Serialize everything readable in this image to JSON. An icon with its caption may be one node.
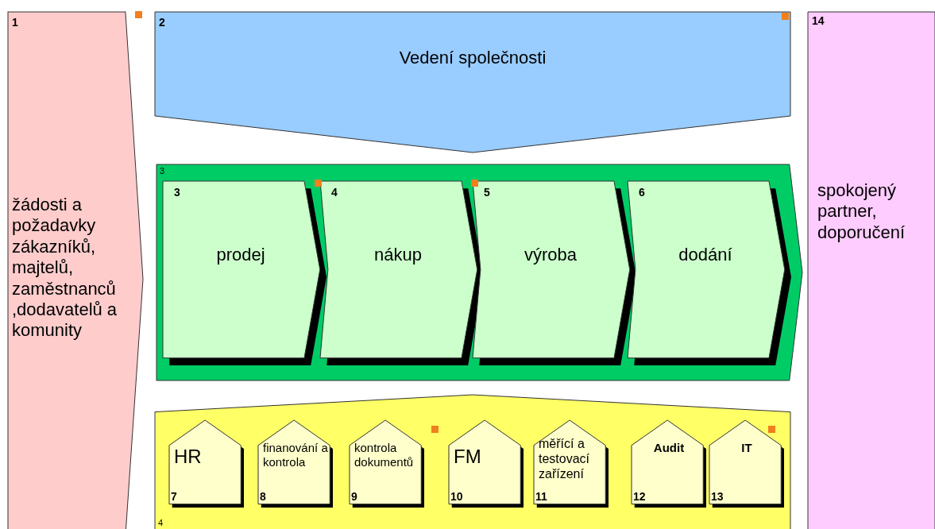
{
  "diagram": {
    "nodes": [
      {
        "text": [
          "1",
          "žádosti a požadavky zákazníků, majtelů, zaměstnanců ,dodavatelů a komunity"
        ]
      },
      {
        "text": [
          "2",
          "Vedení společnosti"
        ]
      },
      {
        "text": [
          "3"
        ]
      },
      {
        "text": [
          "3",
          "prodej"
        ],
        "in": 2
      },
      {
        "text": [
          "4",
          "nákup"
        ],
        "in": 2
      },
      {
        "text": [
          "5",
          "výroba"
        ],
        "in": 2
      },
      {
        "text": [
          "6",
          "dodání"
        ],
        "in": 2
      },
      {
        "text": [
          "4"
        ]
      },
      {
        "text": [
          "HR",
          "7"
        ],
        "in": 7
      },
      {
        "text": [
          "finanování a kontrola",
          "8"
        ],
        "in": 7
      },
      {
        "text": [
          "kontrola dokumentů",
          "9"
        ],
        "in": 7
      },
      {
        "text": [
          "FM",
          "10"
        ],
        "in": 7
      },
      {
        "text": [
          "měřící a testovací zařízení",
          "11"
        ],
        "in": 7
      },
      {
        "text": [
          "Audit",
          "12"
        ],
        "in": 7
      },
      {
        "text": [
          "IT",
          "13"
        ],
        "in": 7
      },
      {
        "text": [
          "14",
          "spokojený partner, doporučení"
        ]
      }
    ]
  }
}
